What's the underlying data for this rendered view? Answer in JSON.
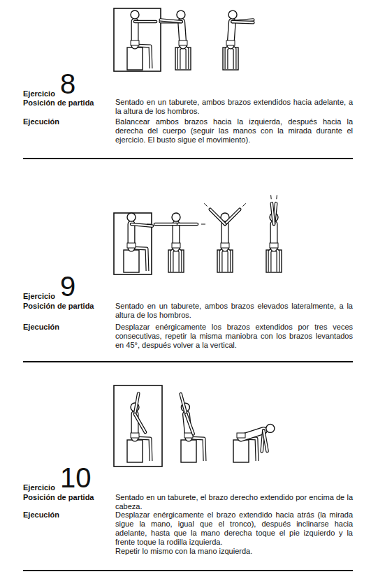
{
  "diagram": {
    "labels": [
      "Ejercicio",
      "8",
      "Posición de partida",
      "Sentado en un taburete, ambos brazos extendidos hacia adelante, a la altura de los hombros.",
      "Ejecución",
      "Balancear ambos brazos hacia la izquierda, después hacia la derecha del cuerpo (seguir las manos con la mirada durante el ejercicio. El busto sigue el movimiento).",
      "Ejercicio",
      "9",
      "Posición de partida",
      "Sentado en un taburete, ambos brazos elevados lateralmente, a la altura de los hombros.",
      "Ejecución",
      "Desplazar enérgicamente los brazos extendidos por tres veces consecutivas, repetir la misma maniobra con los brazos levantados en 45°, después volver a la vertical.",
      "Ejercicio",
      "10",
      "Posición de partida",
      "Sentado en un taburete, el brazo derecho extendido por encima de la cabeza.",
      "Ejecución",
      "Desplazar enérgicamente el brazo extendido hacia atrás (la mirada sigue la mano, igual que el tronco), después inclinarse hacia adelante, hasta que la mano derecha toque el pie izquierdo y la frente toque la rodilla izquierda.",
      "Repetir lo mismo con la mano izquierda."
    ]
  }
}
